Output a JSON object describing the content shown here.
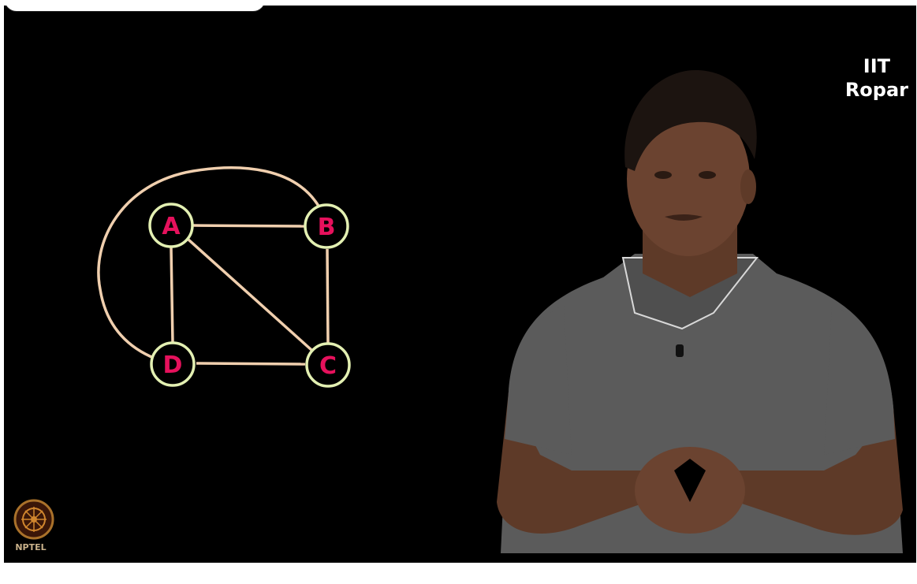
{
  "overlay": {
    "institution_line1": "IIT",
    "institution_line2": "Ropar",
    "logo_text": "NPTEL"
  },
  "graph": {
    "nodes": [
      {
        "id": "A",
        "label": "A"
      },
      {
        "id": "B",
        "label": "B"
      },
      {
        "id": "C",
        "label": "C"
      },
      {
        "id": "D",
        "label": "D"
      }
    ],
    "edges": [
      {
        "from": "A",
        "to": "B",
        "style": "straight"
      },
      {
        "from": "A",
        "to": "D",
        "style": "straight"
      },
      {
        "from": "A",
        "to": "C",
        "style": "straight"
      },
      {
        "from": "B",
        "to": "C",
        "style": "straight"
      },
      {
        "from": "D",
        "to": "C",
        "style": "straight"
      },
      {
        "from": "B",
        "to": "D",
        "style": "curved-outer"
      }
    ],
    "colors": {
      "edge": "#f0cfae",
      "node_ring": "#e3f0b2",
      "node_label": "#e6115c",
      "background": "#000000"
    }
  },
  "presenter": {
    "shirt_color": "#5b5b5b",
    "skin_color": "#6b4330"
  }
}
